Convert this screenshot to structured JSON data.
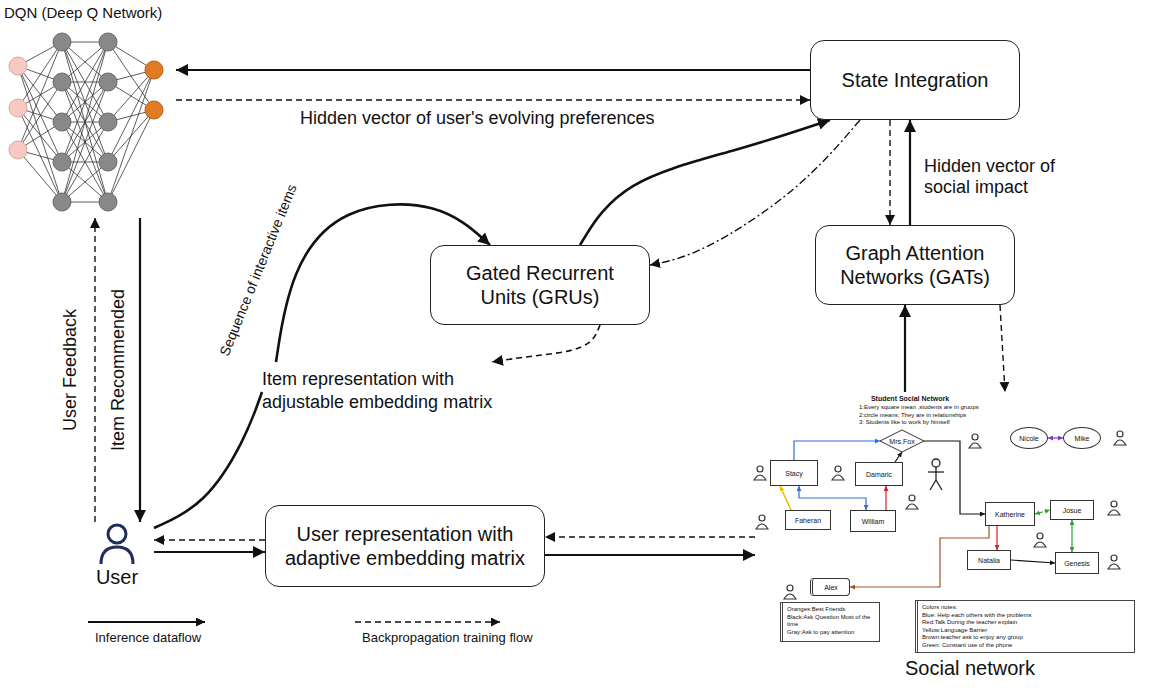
{
  "diagram": {
    "nodes": [
      {
        "text": [
          "DQN (Deep Q Network)"
        ]
      },
      {
        "text": [
          "State Integration"
        ]
      },
      {
        "text": [
          "Gated Recurrent Units (GRUs)"
        ]
      },
      {
        "text": [
          "Graph Attention Networks (GATs)"
        ]
      },
      {
        "text": [
          "Item representation with adjustable embedding matrix"
        ]
      },
      {
        "text": [
          "User"
        ]
      },
      {
        "text": [
          "User representation with adaptive embedding matrix"
        ]
      },
      {
        "text": [
          "Student Social Network",
          "1:Every square mean ,students are in gruops",
          "2:circle means; They are in relationships",
          "3: Students like to work by himself",
          "Social network"
        ]
      },
      {
        "text": [
          "Mrs.Fox"
        ],
        "in": 7
      },
      {
        "text": [
          "Nicole"
        ],
        "in": 7
      },
      {
        "text": [
          "Mike"
        ],
        "in": 7
      },
      {
        "text": [
          "Stacy"
        ],
        "in": 7
      },
      {
        "text": [
          "Damaric"
        ],
        "in": 7
      },
      {
        "text": [
          "Faheran"
        ],
        "in": 7
      },
      {
        "text": [
          "William"
        ],
        "in": 7
      },
      {
        "text": [
          "Katherine"
        ],
        "in": 7
      },
      {
        "text": [
          "Josue"
        ],
        "in": 7
      },
      {
        "text": [
          "Natalia"
        ],
        "in": 7
      },
      {
        "text": [
          "Genesis"
        ],
        "in": 7
      },
      {
        "text": [
          "Alex"
        ],
        "in": 7
      },
      {
        "text": [
          "Oranges:Best Friends",
          "Black:Ask Question Most of the time",
          "Gray:Ask to pay attention"
        ],
        "in": 7
      },
      {
        "text": [
          "Colors notes:",
          "Blue: Help each others with the problems",
          "Red:Talk During the teacher explain",
          "Yellow:Language Barrier",
          "Brown:teacher ask to enjoy any group",
          "Green: Constant use of the phone"
        ],
        "in": 7
      }
    ],
    "edges": [
      {
        "from": 1,
        "to": 0,
        "arrow": "to",
        "label": "Hidden vector of user's evolving preferences"
      },
      {
        "from": 0,
        "to": 1,
        "arrow": "to"
      },
      {
        "from": 0,
        "to": 5,
        "arrow": "to",
        "label": "Item Recommended"
      },
      {
        "from": 5,
        "to": 0,
        "arrow": "to",
        "label": "User Feedback"
      },
      {
        "from": 5,
        "to": 4,
        "arrow": "none"
      },
      {
        "from": 4,
        "to": 2,
        "arrow": "to",
        "label": "Sequence of interactive items"
      },
      {
        "from": 2,
        "to": 1,
        "arrow": "to"
      },
      {
        "from": 1,
        "to": 2,
        "arrow": "to"
      },
      {
        "from": 2,
        "to": 4,
        "arrow": "to"
      },
      {
        "from": 1,
        "to": 3,
        "arrow": "to"
      },
      {
        "from": 3,
        "to": 1,
        "arrow": "to",
        "label": "Hidden vector of social impact"
      },
      {
        "from": 7,
        "to": 3,
        "arrow": "to"
      },
      {
        "from": 3,
        "to": 7,
        "arrow": "to"
      },
      {
        "from": 5,
        "to": 6,
        "arrow": "to"
      },
      {
        "from": 6,
        "to": 5,
        "arrow": "to"
      },
      {
        "from": 6,
        "to": 7,
        "arrow": "to"
      },
      {
        "from": 7,
        "to": 6,
        "arrow": "to"
      },
      {
        "from": 11,
        "to": 14,
        "arrow": "both"
      },
      {
        "from": 13,
        "to": 11,
        "arrow": "to"
      },
      {
        "from": 14,
        "to": 12,
        "arrow": "to"
      },
      {
        "from": 12,
        "to": 8,
        "arrow": "to"
      },
      {
        "from": 11,
        "to": 8,
        "arrow": "to"
      },
      {
        "from": 9,
        "to": 10,
        "arrow": "both"
      },
      {
        "from": 8,
        "to": 15,
        "arrow": "to"
      },
      {
        "from": 15,
        "to": 17,
        "arrow": "to"
      },
      {
        "from": 15,
        "to": 16,
        "arrow": "both"
      },
      {
        "from": 16,
        "to": 18,
        "arrow": "both"
      },
      {
        "from": 17,
        "to": 18,
        "arrow": "to"
      },
      {
        "from": 15,
        "to": 19,
        "arrow": "to"
      }
    ],
    "legend": [
      {
        "text": "Inference dataflow"
      },
      {
        "text": "Backpropagation training flow"
      }
    ]
  }
}
